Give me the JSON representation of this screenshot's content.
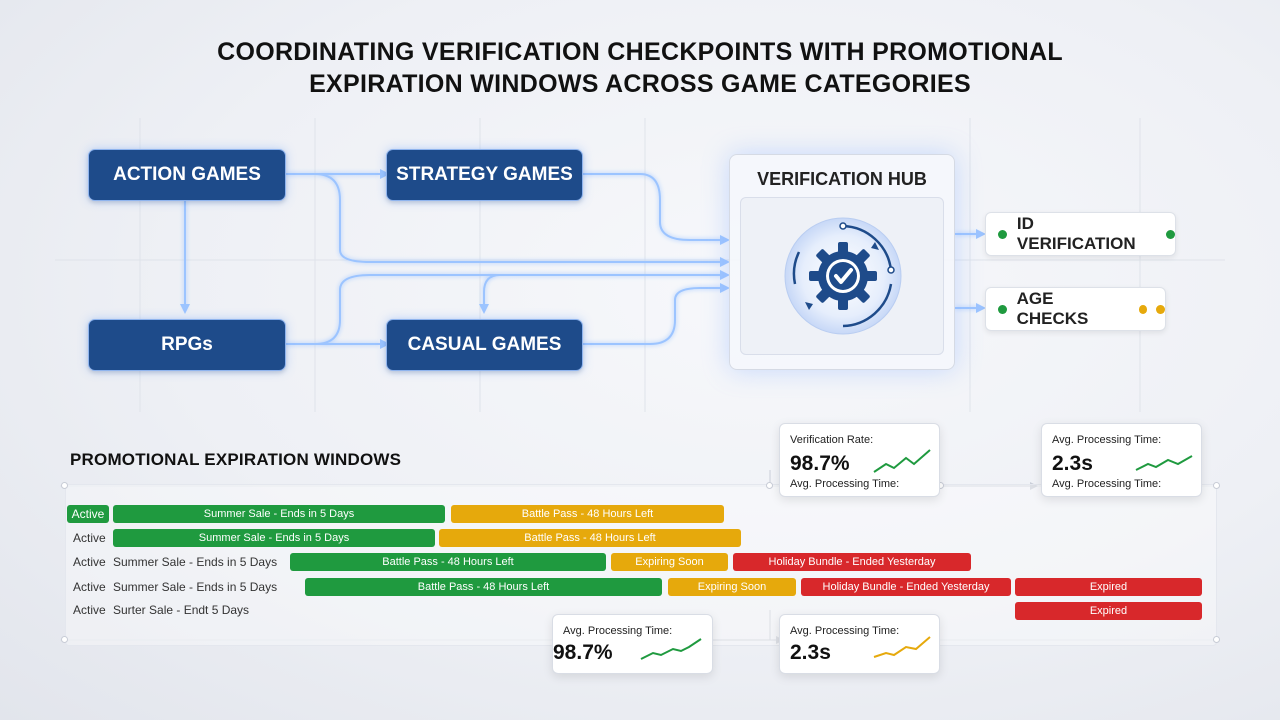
{
  "title": {
    "line1": "COORDINATING VERIFICATION CHECKPOINTS WITH PROMOTIONAL",
    "line2": "EXPIRATION WINDOWS ACROSS GAME CATEGORIES"
  },
  "categories": {
    "action": "ACTION GAMES",
    "strategy": "STRATEGY GAMES",
    "rpgs": "RPGs",
    "casual": "CASUAL GAMES"
  },
  "hub": {
    "title": "VERIFICATION HUB",
    "icon": "gear-check-icon"
  },
  "checks": [
    {
      "label": "ID VERIFICATION",
      "status_color": "#1f9a3f"
    },
    {
      "label": "AGE CHECKS",
      "status_color": "#e6a90c"
    }
  ],
  "colors": {
    "category_blue": "#1e4b8a",
    "active_green": "#1f9a3f",
    "warning_amber": "#e6a90c",
    "expired_red": "#d8282b"
  },
  "timeline": {
    "title": "PROMOTIONAL EXPIRATION WINDOWS",
    "rows": [
      {
        "status": "Active",
        "bars": [
          {
            "text": "Summer Sale - Ends in 5 Days",
            "color": "green"
          },
          {
            "text": "Battle Pass - 48 Hours Left",
            "color": "amber"
          }
        ]
      },
      {
        "status": "Active",
        "bars": [
          {
            "text": "Summer Sale - Ends in 5 Days",
            "color": "green"
          },
          {
            "text": "Battle Pass - 48 Hours Left",
            "color": "amber"
          }
        ]
      },
      {
        "status": "Active",
        "label": "Summer Sale - Ends in 5 Days",
        "bars": [
          {
            "text": "Battle Pass - 48 Hours Left",
            "color": "green"
          },
          {
            "text": "Expiring Soon",
            "color": "amber"
          },
          {
            "text": "Holiday Bundle - Ended Yesterday",
            "color": "red"
          }
        ]
      },
      {
        "status": "Active",
        "label": "Summer Sale - Ends in 5 Days",
        "bars": [
          {
            "text": "Battle Pass - 48 Hours Left",
            "color": "green"
          },
          {
            "text": "Expiring Soon",
            "color": "amber"
          },
          {
            "text": "Holiday Bundle - Ended Yesterday",
            "color": "red"
          },
          {
            "text": "Expired",
            "color": "red"
          }
        ]
      },
      {
        "status": "Active",
        "label": "Surter Sale - Endt 5 Days",
        "bars": [
          {
            "text": "Expired",
            "color": "red"
          }
        ]
      }
    ]
  },
  "metrics": [
    {
      "label": "Verification Rate:",
      "value": "98.7%",
      "sub": "Avg. Processing Time:",
      "spark_color": "#1f9a3f"
    },
    {
      "label": "Avg. Processing Time:",
      "value": "2.3s",
      "sub": "Avg. Processing Time:",
      "spark_color": "#1f9a3f"
    },
    {
      "label": "Avg. Processing Time:",
      "value": "98.7%",
      "spark_color": "#1f9a3f"
    },
    {
      "label": "Avg. Processing Time:",
      "value": "2.3s",
      "spark_color": "#e6a90c"
    }
  ]
}
